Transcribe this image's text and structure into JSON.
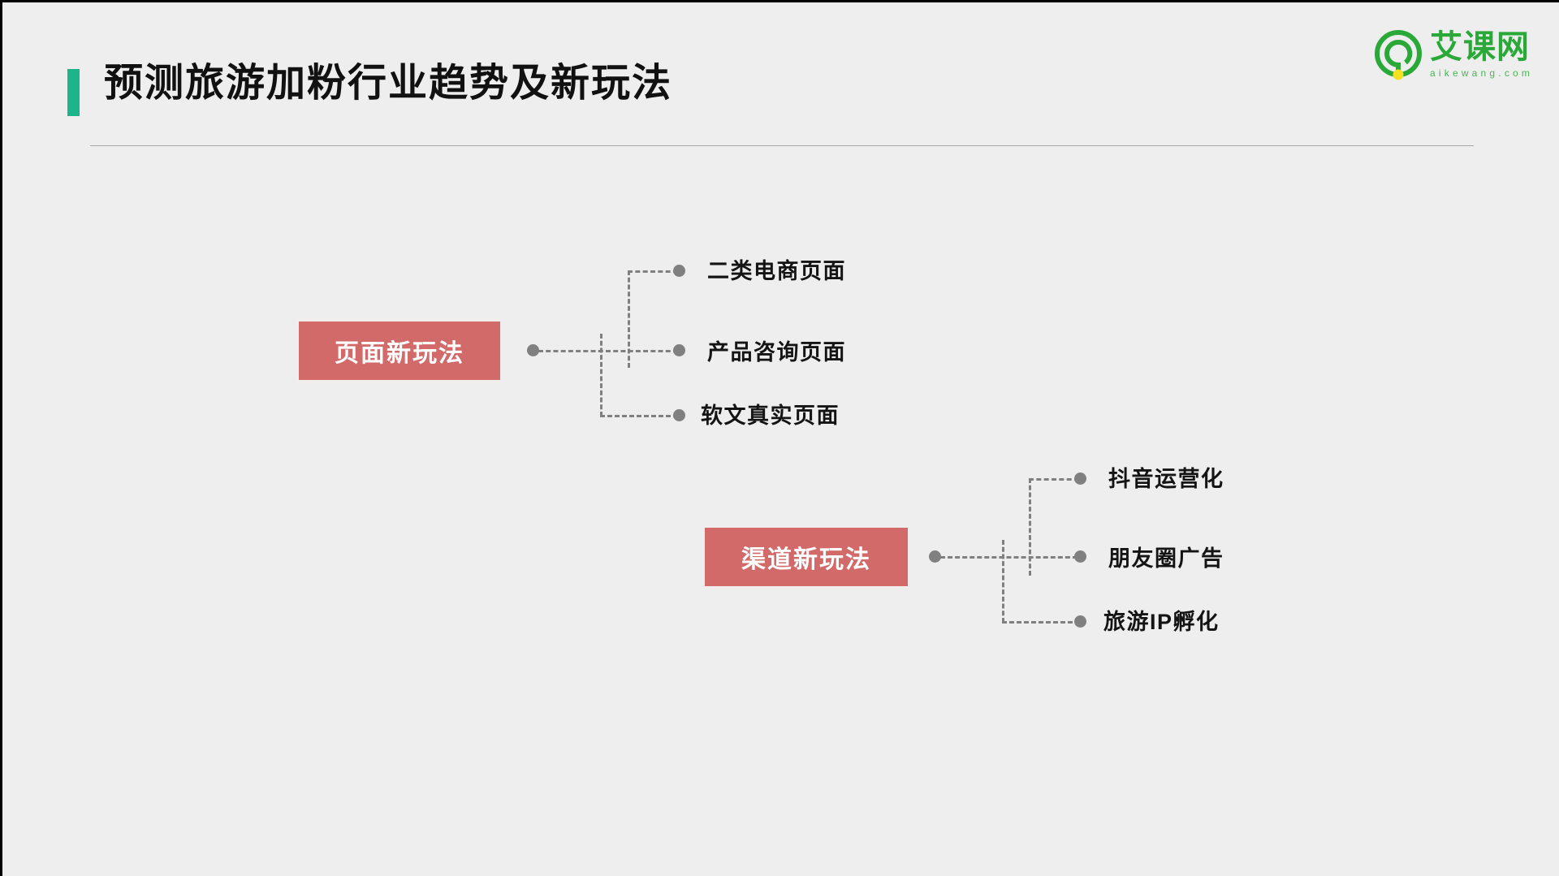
{
  "slide": {
    "background_color": "#eeeeee",
    "title": "预测旅游加粉行业趋势及新玩法",
    "accent_color": "#1bb589",
    "node_color": "#d26a6a",
    "connector_color": "#808080"
  },
  "logo": {
    "mark": "ring-q-logo-icon",
    "name_cn": "艾课网",
    "name_en": "aikewang.com",
    "brand_green": "#2aa838",
    "brand_yellow": "#f5e022"
  },
  "diagram": {
    "type": "mind-map",
    "groups": [
      {
        "id": "page-plays",
        "node_label": "页面新玩法",
        "leaves": [
          {
            "label": "二类电商页面"
          },
          {
            "label": "产品咨询页面"
          },
          {
            "label": "软文真实页面"
          }
        ]
      },
      {
        "id": "channel-plays",
        "node_label": "渠道新玩法",
        "leaves": [
          {
            "label": "抖音运营化"
          },
          {
            "label": "朋友圈广告"
          },
          {
            "label": "旅游IP孵化"
          }
        ]
      }
    ]
  }
}
